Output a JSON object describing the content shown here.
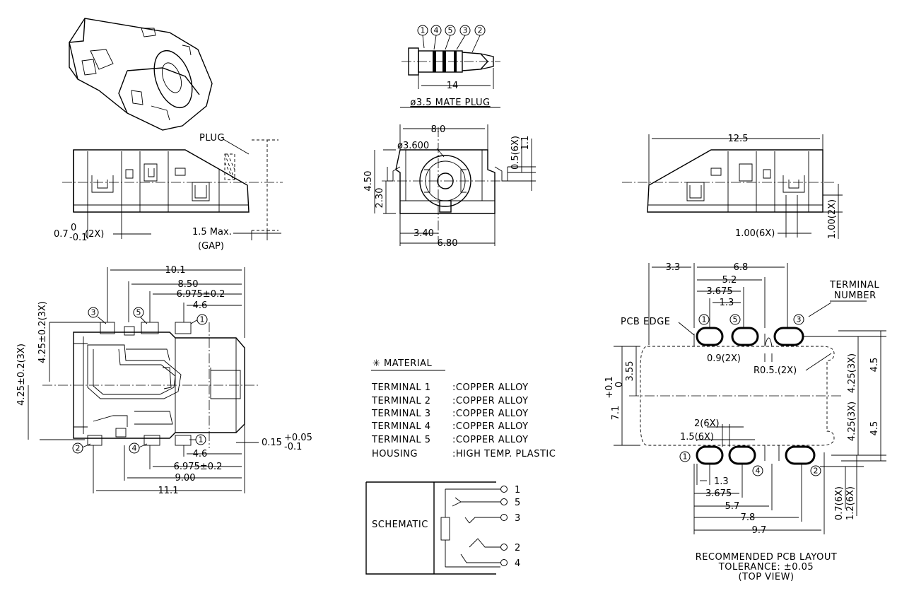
{
  "plug": {
    "title": "ø3.5 MATE PLUG",
    "length": "14",
    "contacts": [
      "1",
      "4",
      "5",
      "3",
      "2"
    ]
  },
  "side_view": {
    "plug_label": "PLUG",
    "dim_thickness": "0.7",
    "dim_thickness_tol_upper": "0",
    "dim_thickness_tol_lower": "-0.1",
    "dim_thickness_count": "(2X)",
    "gap_max": "1.5 Max.",
    "gap_label": "(GAP)"
  },
  "front_view": {
    "width": "8.0",
    "hole_dia": "ø3.600",
    "height": "4.50",
    "center_height": "2.30",
    "tab_thickness": "0.5(6X)",
    "tab_height": "1.1",
    "center_offset": "3.40",
    "base_width": "6.80"
  },
  "right_view": {
    "length": "12.5",
    "terminal_width": "1.00(6X)",
    "terminal_height": "1.00(2X)"
  },
  "top_view": {
    "overall": "10.1",
    "d1": "8.50",
    "d2": "6.975±0.2",
    "d3": "4.6",
    "left_vertical": "4.25±0.2(3X)",
    "left_vertical2": "4.25±0.2(3X)",
    "bottom_d3": "4.6",
    "bottom_d2": "6.975±0.2",
    "bottom_d1": "9.00",
    "bottom_overall": "11.1",
    "side_gap": "0.15",
    "side_gap_tol_upper": "+0.05",
    "side_gap_tol_lower": "-0.1",
    "terminals_top": [
      "3",
      "5",
      "1"
    ],
    "terminals_bottom": [
      "2",
      "4",
      "1"
    ]
  },
  "material": {
    "heading": "✳ MATERIAL",
    "rows": [
      {
        "part": "TERMINAL 1",
        "spec": ":COPPER ALLOY"
      },
      {
        "part": "TERMINAL 2",
        "spec": ":COPPER ALLOY"
      },
      {
        "part": "TERMINAL 3",
        "spec": ":COPPER ALLOY"
      },
      {
        "part": "TERMINAL 4",
        "spec": ":COPPER ALLOY"
      },
      {
        "part": "TERMINAL 5",
        "spec": ":COPPER ALLOY"
      },
      {
        "part": "HOUSING",
        "spec": ":HIGH TEMP. PLASTIC"
      }
    ]
  },
  "schematic": {
    "label": "SCHEMATIC",
    "pins": [
      "1",
      "5",
      "3",
      "2",
      "4"
    ]
  },
  "pcb": {
    "top_d1": "3.3",
    "top_d2": "6.8",
    "top_d3": "5.2",
    "top_d4": "3.675",
    "top_d5": "1.3",
    "terminal_number": [
      "TERMINAL",
      "NUMBER"
    ],
    "pcb_edge": "PCB EDGE",
    "slot": "0.9(2X)",
    "radius": "R0.5.(2X)",
    "left_height": "7.1",
    "left_height_tol_upper": "+0.1",
    "left_height_tol_lower": "0",
    "left_center": "3.55",
    "right_v1": "4.25(3X)",
    "right_v2": "4.5",
    "right_v3": "4.25(3X)",
    "right_v4": "4.5",
    "pad_width": "2(6X)",
    "pad_height": "1.5(6X)",
    "bottom_d1": "1.3",
    "bottom_d2": "3.675",
    "bottom_d3": "5.7",
    "bottom_d4": "7.8",
    "bottom_d5": "9.7",
    "pad_v1": "0.7(6X)",
    "pad_v2": "1.2(6X)",
    "pads_top": [
      "1",
      "5",
      "3"
    ],
    "pads_bottom": [
      "1",
      "4",
      "2"
    ],
    "caption1": "RECOMMENDED PCB LAYOUT",
    "caption2": "TOLERANCE: ±0.05",
    "caption3": "(TOP VIEW)"
  }
}
